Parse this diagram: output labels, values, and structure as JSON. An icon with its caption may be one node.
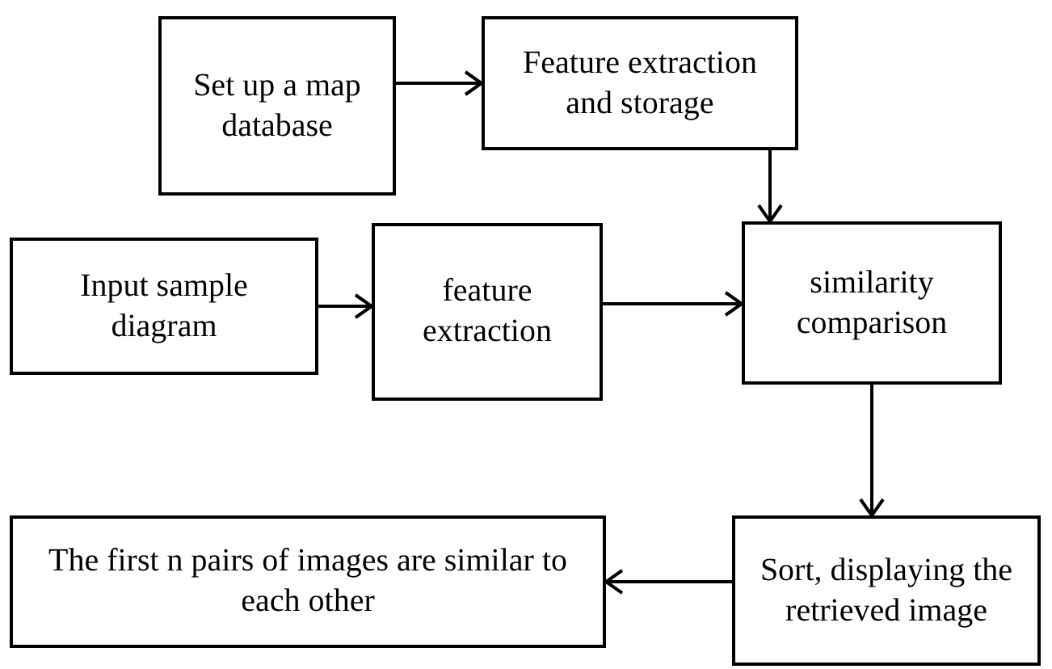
{
  "diagram": {
    "nodes": [
      {
        "text": [
          "Set up a map database"
        ]
      },
      {
        "text": [
          "Feature extraction and storage"
        ]
      },
      {
        "text": [
          "Input sample diagram"
        ]
      },
      {
        "text": [
          "feature extraction"
        ]
      },
      {
        "text": [
          "similarity comparison"
        ]
      },
      {
        "text": [
          "Sort, displaying the retrieved image"
        ]
      },
      {
        "text": [
          "The first n pairs of images are similar to each other"
        ]
      }
    ],
    "edges": [
      {
        "from": 0,
        "to": 1,
        "arrow": "to"
      },
      {
        "from": 1,
        "to": 4,
        "arrow": "to"
      },
      {
        "from": 2,
        "to": 3,
        "arrow": "to"
      },
      {
        "from": 3,
        "to": 4,
        "arrow": "to"
      },
      {
        "from": 4,
        "to": 5,
        "arrow": "to"
      },
      {
        "from": 5,
        "to": 6,
        "arrow": "to"
      }
    ]
  }
}
